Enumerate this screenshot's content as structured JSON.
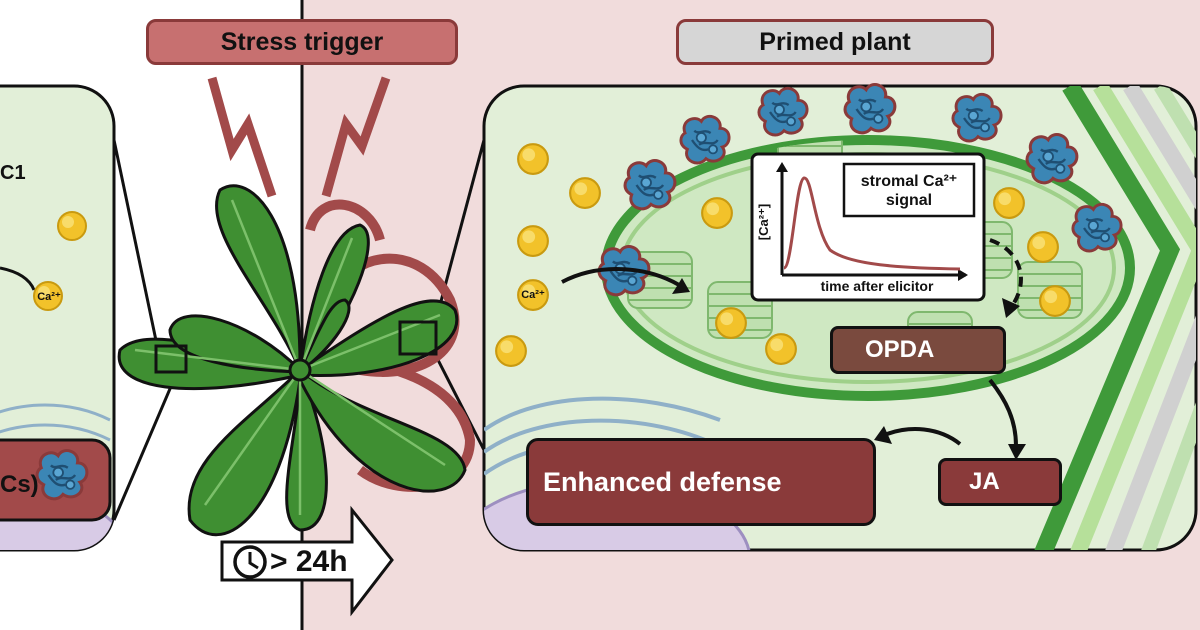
{
  "header": {
    "stress_trigger": "Stress trigger",
    "primed_plant": "Primed plant"
  },
  "left_panel": {
    "c1_label": "C1",
    "ca_label": "Ca²⁺",
    "cs_label": "Cs)"
  },
  "right_panel": {
    "ca_label": "Ca²⁺",
    "inset": {
      "title_line1": "stromal Ca²⁺",
      "title_line2": "signal",
      "ylabel": "[Ca²⁺]",
      "xlabel": "time after elicitor"
    },
    "opda": "OPDA",
    "ja": "JA",
    "enhanced_defense": "Enhanced defense"
  },
  "timer": {
    "label": "> 24h",
    "icon": "clock-icon"
  },
  "colors": {
    "maroon": "#8a3a3a",
    "pink_bg": "#f1dcdc",
    "cell_bg": "#e2efd8",
    "chloroplast": "#3f9a3a",
    "protein": "#3b86b5",
    "calcium": "#f2c22a",
    "leaf": "#3f8f32"
  }
}
